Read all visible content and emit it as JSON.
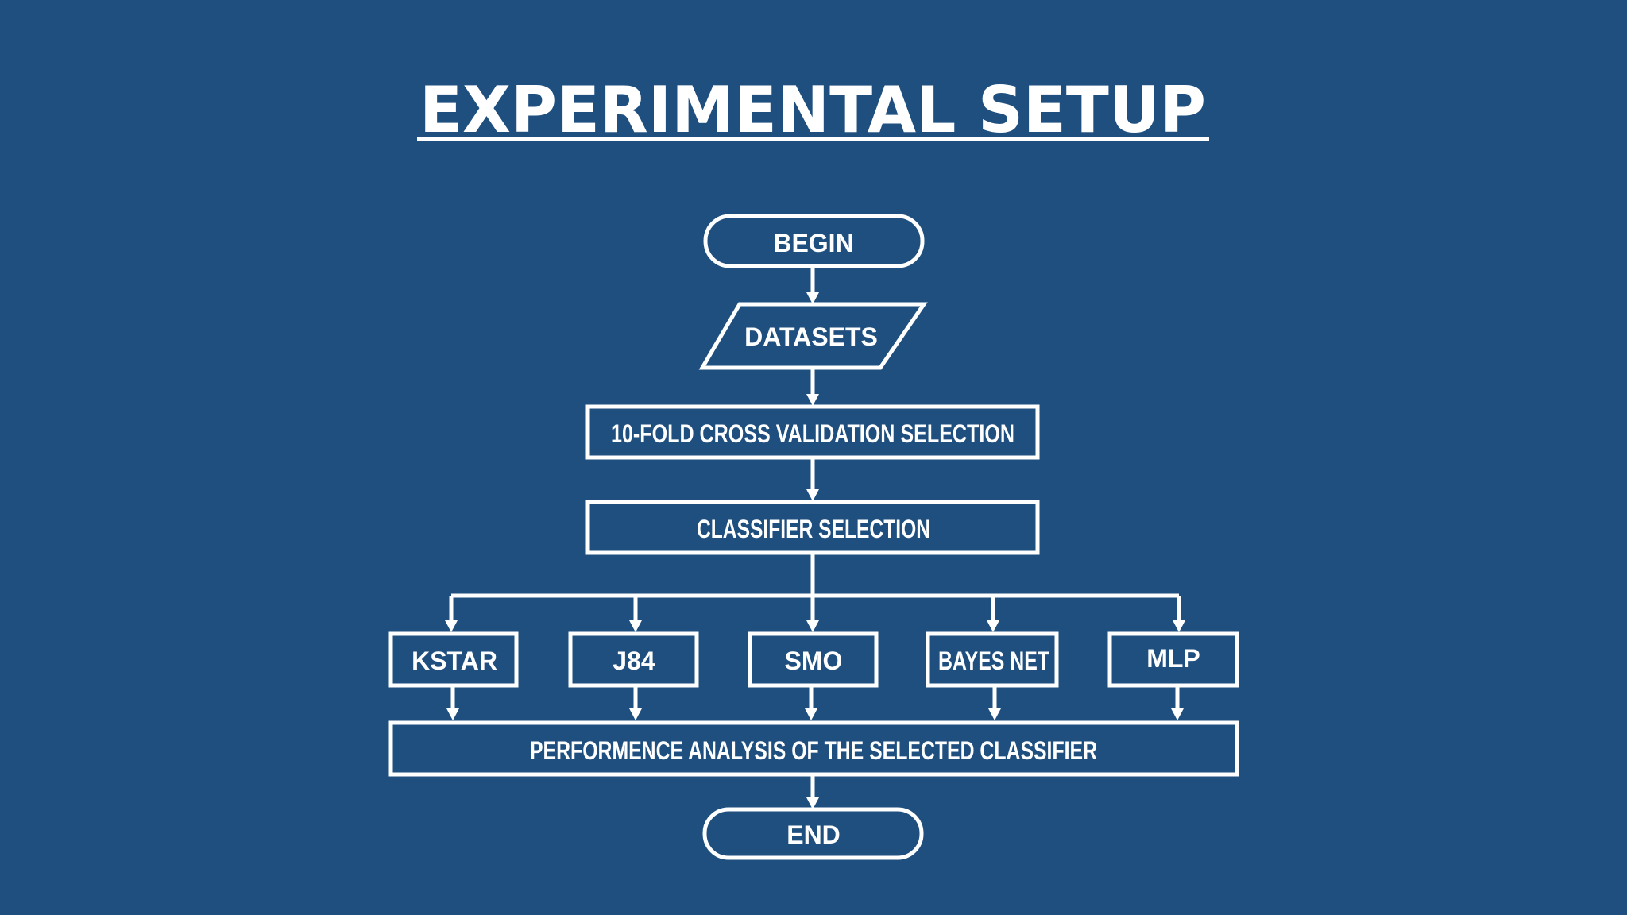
{
  "title": "EXPERIMENTAL SETUP",
  "colors": {
    "background": "#1f4f7f",
    "foreground": "#ffffff"
  },
  "flowchart": {
    "begin": "BEGIN",
    "datasets": "DATASETS",
    "cross_validation": "10-FOLD CROSS VALIDATION SELECTION",
    "classifier_selection": "CLASSIFIER SELECTION",
    "classifiers": [
      "KSTAR",
      "J84",
      "SMO",
      "BAYES NET",
      "MLP"
    ],
    "performance_analysis": "PERFORMENCE ANALYSIS OF THE SELECTED CLASSIFIER",
    "end": "END"
  }
}
